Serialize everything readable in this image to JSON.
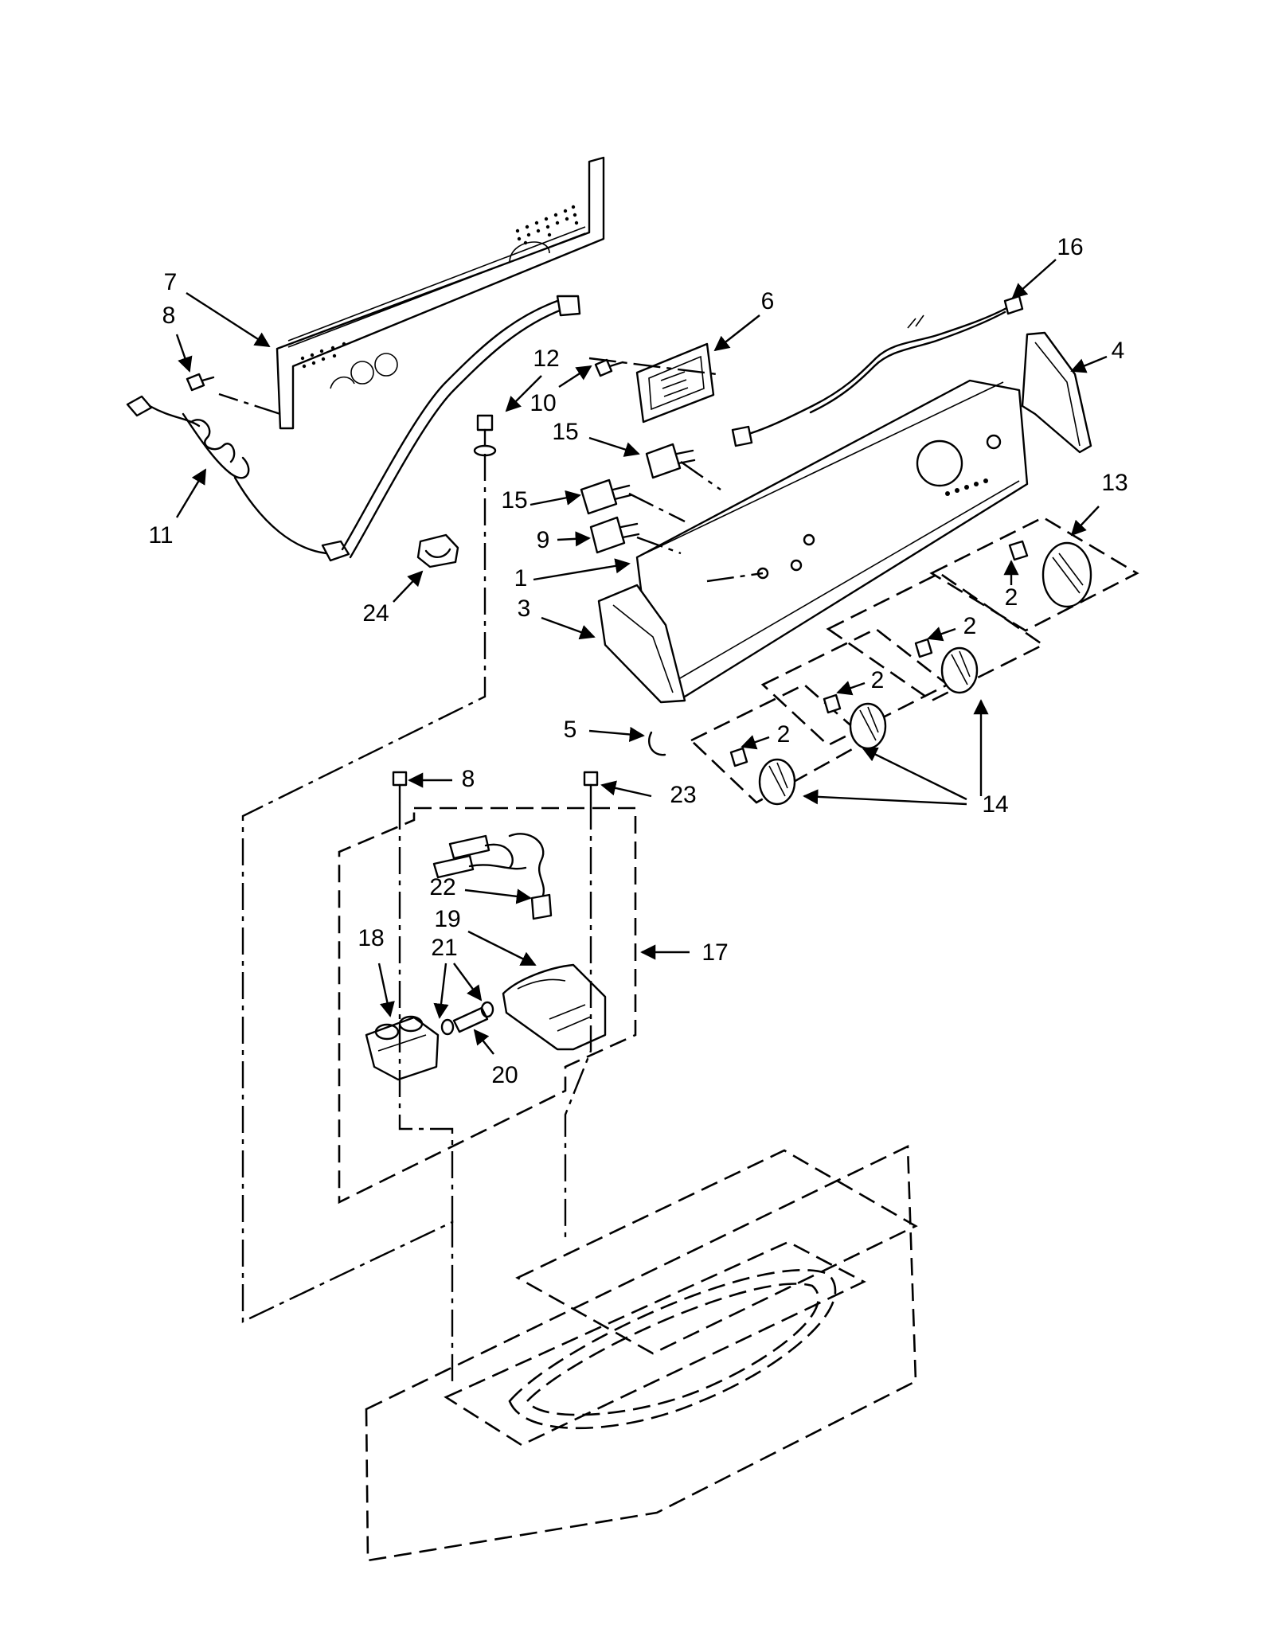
{
  "callouts": {
    "p1": "1",
    "p2a": "2",
    "p2b": "2",
    "p2c": "2",
    "p2d": "2",
    "p3": "3",
    "p4": "4",
    "p5": "5",
    "p6": "6",
    "p7": "7",
    "p8a": "8",
    "p8b": "8",
    "p9": "9",
    "p10": "10",
    "p11": "11",
    "p12": "12",
    "p13": "13",
    "p14": "14",
    "p15a": "15",
    "p15b": "15",
    "p16": "16",
    "p17": "17",
    "p18": "18",
    "p19": "19",
    "p20": "20",
    "p21": "21",
    "p22": "22",
    "p23": "23",
    "p24": "24"
  }
}
